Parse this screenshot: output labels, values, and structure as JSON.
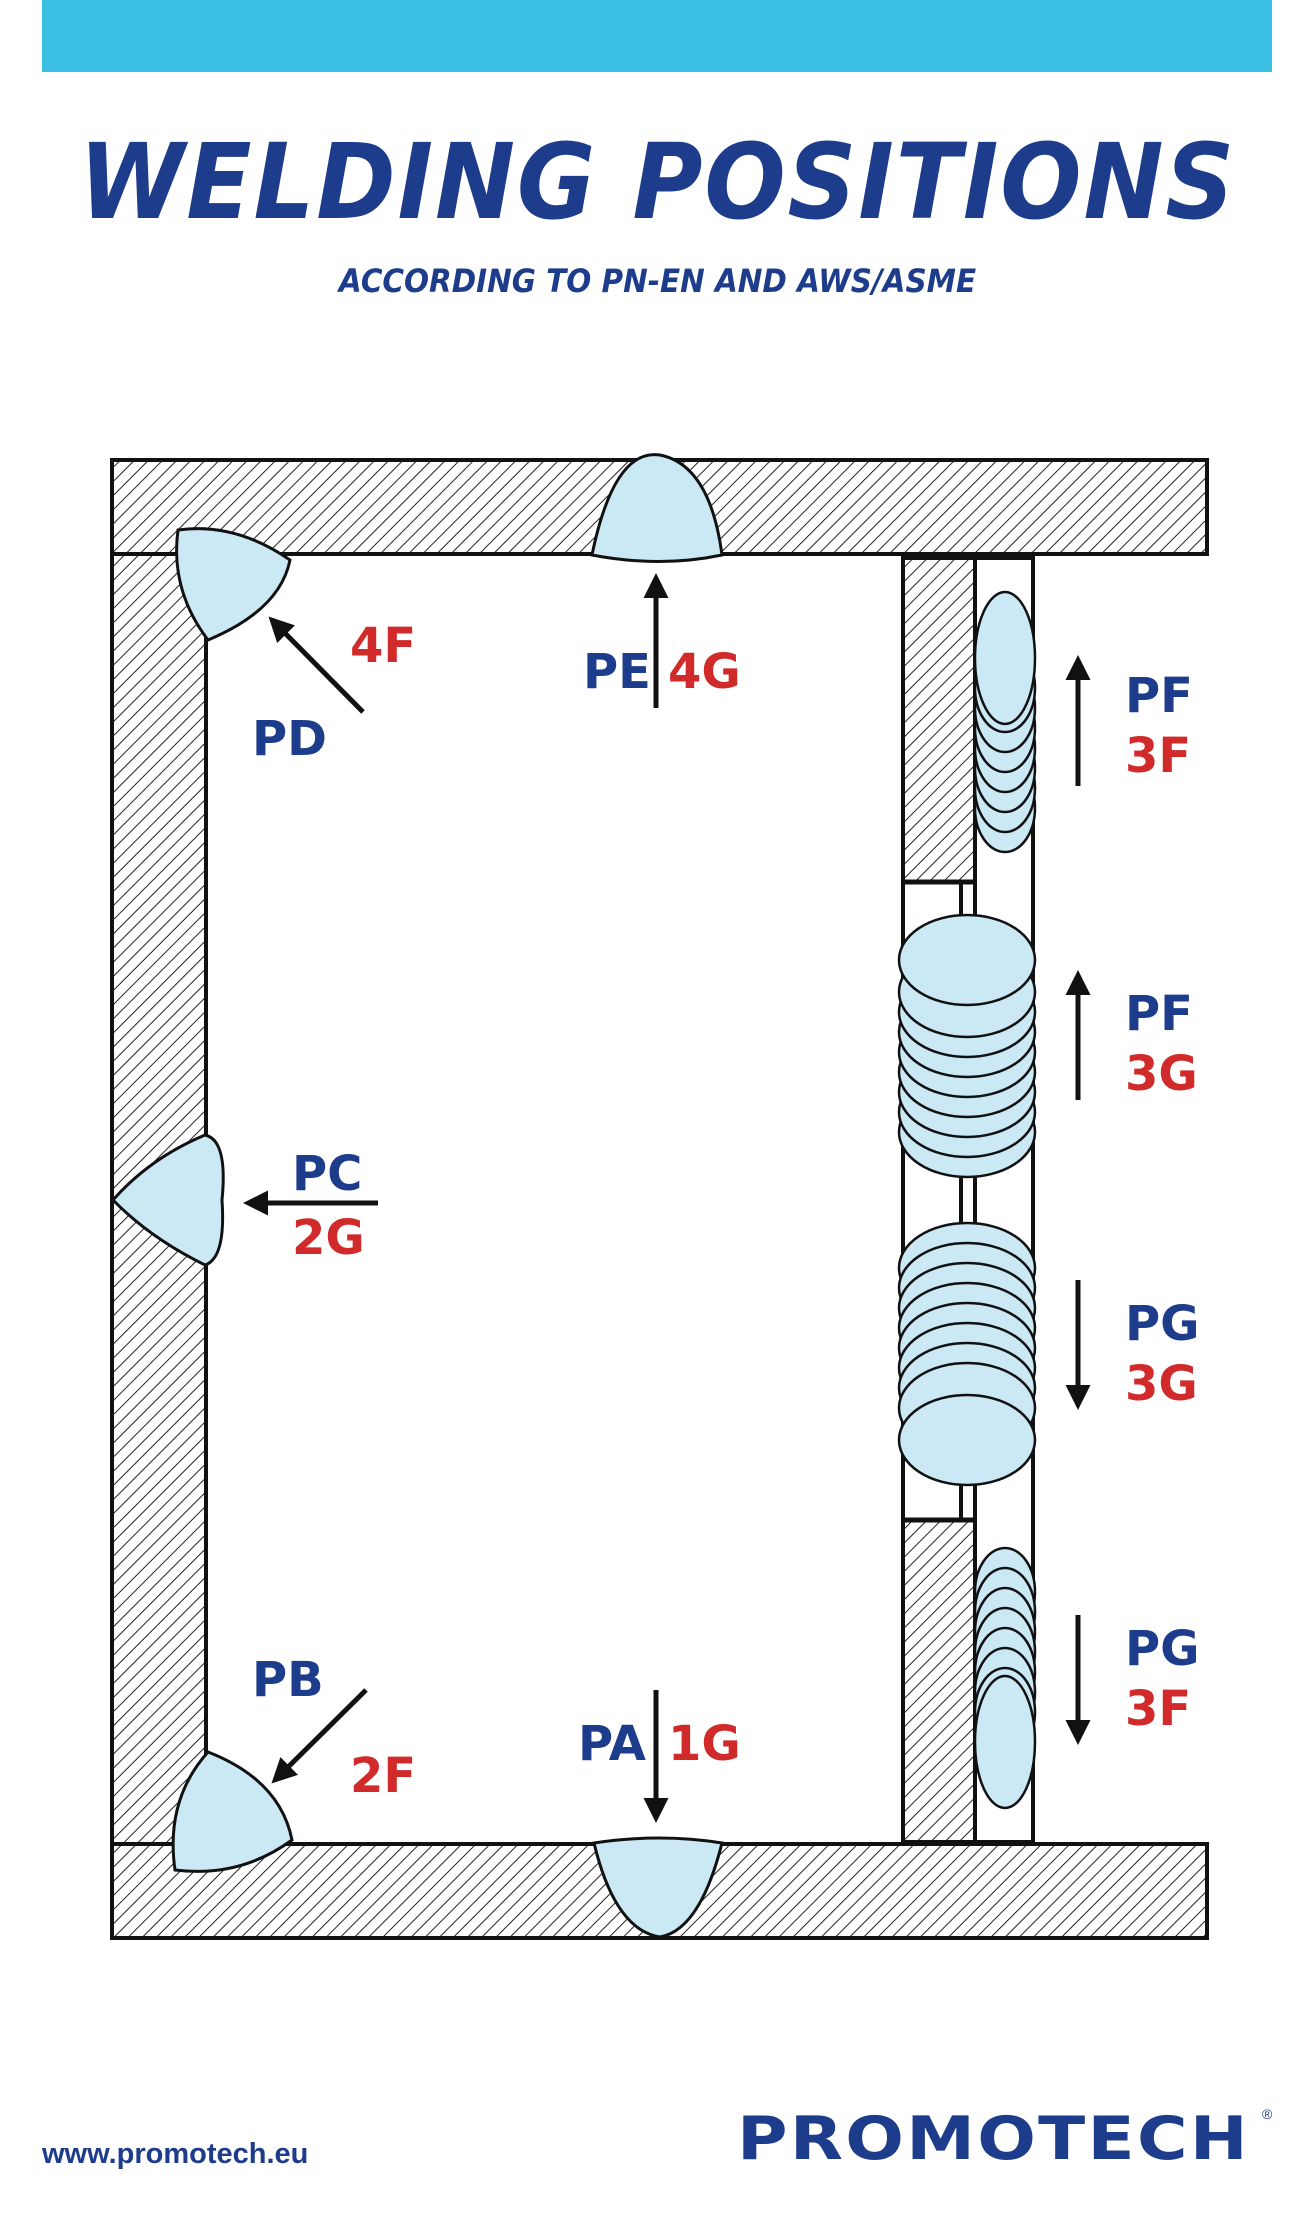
{
  "colors": {
    "accent_bar": "#3bbfe3",
    "navy": "#1e3c8c",
    "red": "#d12a2a",
    "weld_fill": "#cbe8f5",
    "line": "#111111"
  },
  "header": {
    "title": "WELDING POSITIONS",
    "subtitle": "ACCORDING TO PN-EN AND AWS/ASME"
  },
  "positions": {
    "pd": {
      "en": "PD",
      "aws": "4F"
    },
    "pe": {
      "en": "PE",
      "aws": "4G"
    },
    "pc": {
      "en": "PC",
      "aws": "2G"
    },
    "pb": {
      "en": "PB",
      "aws": "2F"
    },
    "pa": {
      "en": "PA",
      "aws": "1G"
    },
    "pf_fillet": {
      "en": "PF",
      "aws": "3F"
    },
    "pf_groove": {
      "en": "PF",
      "aws": "3G"
    },
    "pg_groove": {
      "en": "PG",
      "aws": "3G"
    },
    "pg_fillet": {
      "en": "PG",
      "aws": "3F"
    }
  },
  "footer": {
    "website": "www.promotech.eu",
    "brand": "PROMOTECH",
    "registered": "®"
  }
}
